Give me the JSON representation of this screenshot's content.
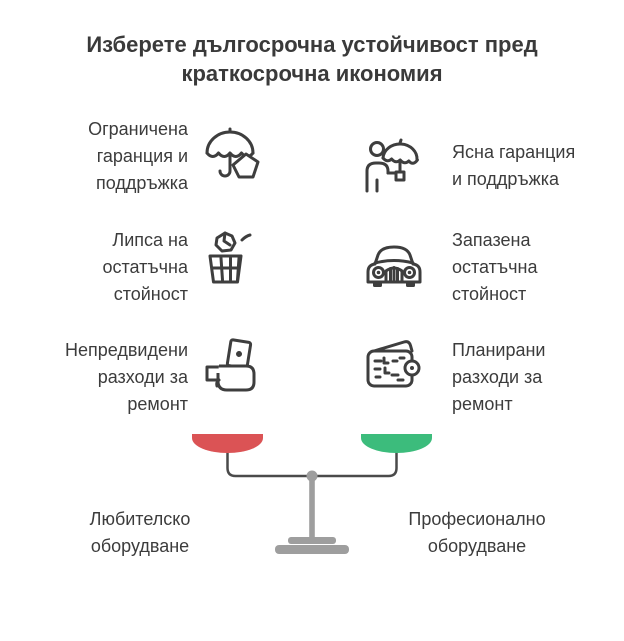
{
  "title": "Изберете дългосрочна устойчивост пред\nкраткосрочна икономия",
  "colors": {
    "text": "#3C3C3C",
    "icon_stroke": "#3E3E3E",
    "red_pan": "#DB5355",
    "green_pan": "#3CBC7C",
    "stand_gray": "#9E9E9E",
    "beam": "#4A4A4A"
  },
  "rows": [
    {
      "left": {
        "label": "Ограничена\nгаранция и\nподдръжка",
        "icon": "broken-umbrella-tag-icon"
      },
      "right": {
        "label": "Ясна гаранция\nи поддръжка",
        "icon": "person-umbrella-icon"
      }
    },
    {
      "left": {
        "label": "Липса на\nостатъчна\nстойност",
        "icon": "trash-bin-icon"
      },
      "right": {
        "label": "Запазена\nостатъчна\nстойност",
        "icon": "car-front-icon"
      }
    },
    {
      "left": {
        "label": "Непредвидени\nразходи за\nремонт",
        "icon": "hand-money-icon"
      },
      "right": {
        "label": "Планирани\nразходи за\nремонт",
        "icon": "wallet-icon"
      }
    }
  ],
  "scale": {
    "left_label": "Любителско\nоборудване",
    "right_label": "Професионално\nоборудване"
  }
}
